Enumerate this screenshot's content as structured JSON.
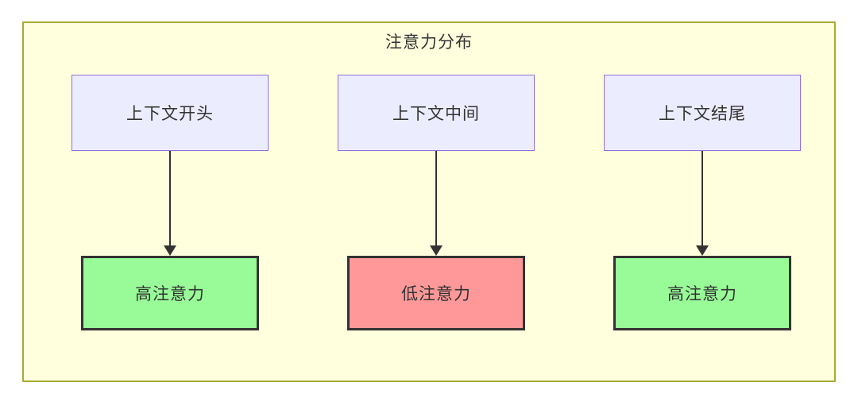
{
  "diagram": {
    "type": "flowchart",
    "title": "注意力分布",
    "columns": [
      {
        "source": "上下文开头",
        "target": "高注意力",
        "level": "high"
      },
      {
        "source": "上下文中间",
        "target": "低注意力",
        "level": "low"
      },
      {
        "source": "上下文结尾",
        "target": "高注意力",
        "level": "high"
      }
    ],
    "edges": [
      {
        "from": "上下文开头",
        "to": "高注意力"
      },
      {
        "from": "上下文中间",
        "to": "低注意力"
      },
      {
        "from": "上下文结尾",
        "to": "高注意力"
      }
    ],
    "colors": {
      "container_fill": "#ffffde",
      "container_border": "#aaaa33",
      "source_fill": "#ececff",
      "source_border": "#9370db",
      "high_attention_fill": "#98fb98",
      "low_attention_fill": "#ff9999",
      "result_border": "#333333",
      "arrow": "#333333",
      "text": "#333333"
    }
  }
}
